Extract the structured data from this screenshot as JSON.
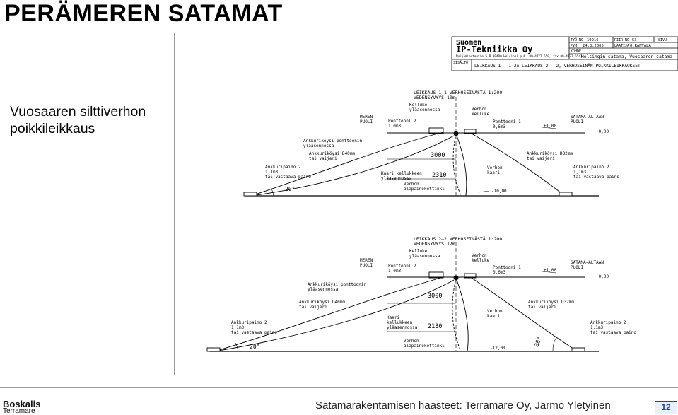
{
  "slide": {
    "title": "PERÄMEREN SATAMAT",
    "subtitle_line1": "Vuosaaren silttiverhon",
    "subtitle_line2": "poikkileikkaus",
    "footer": "Satamarakentamisen haasteet: Terramare Oy, Jarmo Yletyinen",
    "page_number": "12",
    "logo_name": "Boskalis",
    "logo_sub": "Terramare"
  },
  "title_block": {
    "company_line1": "Suomen",
    "company_line2": "IP-Tekniikka Oy",
    "address": "Nuijamiestentie 5 B 00400 Helsinki puh. 09-4777 550, fax 09-4777 5541",
    "tyo_no_label": "TYÖ NO",
    "tyo_no": "19916",
    "piir_no_label": "PIIR.NO",
    "piir_no": "53",
    "sivu_label": "SIVU",
    "pvm_label": "PVM",
    "pvm": "24.3.2005",
    "laatija_label": "LAATIJA",
    "laatija": "O.RANTALA",
    "kohde_label": "KOHDE",
    "kohde": "Helsingin satama, Vuosaaren satama",
    "sisalto_label": "SISÄLTÖ",
    "sisalto": "LEIKKAUS 1 - 1 JA LEIKKAUS 2 - 2, VERHOSEINÄN POIKKILEIKKAUKSET"
  },
  "section1": {
    "heading1": "LEIKKAUS 1—1 VERHOSEINÄSTÄ  1:200",
    "heading2": "VEDENSYVYYS 10m",
    "meren_puoli_1": "MEREN",
    "meren_puoli_2": "PUOLI",
    "satama_1": "SATAMA—ALTAAN",
    "satama_2": "PUOLI",
    "kelluke_1": "Kelluke",
    "kelluke_2": "yläasennossa",
    "verhon_kelluke_1": "Verhon",
    "verhon_kelluke_2": "kelluke",
    "ponttooni2_1": "Ponttooni 2",
    "ponttooni2_2": "1,0m3",
    "ponttooni1_1": "Ponttooni 1",
    "ponttooni1_2": "0,6m3",
    "level_plus100": "+1,00",
    "level_plus000": "+0,00",
    "ank_pont_1": "Ankkuriköysi ponttoonin",
    "ank_pont_2": "yläasennossa",
    "ank_d40_1": "Ankkuriköysi D40mm",
    "ank_d40_2": "tai vaijeri",
    "dim_3000": "3000",
    "ank_d32_1": "Ankkuriköysi D32mm",
    "ank_d32_2": "tai vaijeri",
    "paino_left_1": "Ankkuripaino 2",
    "paino_left_2": "1,1m3",
    "paino_left_3": "tai vastaava paino",
    "kaari_1": "Kaari kellukkeen",
    "kaari_2": "yläasennossa",
    "dim_2310": "2310",
    "verhon_kaari_1": "Verhon",
    "verhon_kaari_2": "kaari",
    "paino_right_1": "Ankkuripaino 2",
    "paino_right_2": "1,1m3",
    "paino_right_3": "tai vastaava paino",
    "alapaino_1": "Verhon",
    "alapaino_2": "alapainokettinki",
    "level_minus": "-10,00",
    "angle": "20°"
  },
  "section2": {
    "heading1": "LEIKKAUS 2—2 VERHOSEINÄSTÄ  1:200",
    "heading2": "VEDENSYVYYS 12m",
    "meren_puoli_1": "MEREN",
    "meren_puoli_2": "PUOLI",
    "satama_1": "SATAMA—ALTAAN",
    "satama_2": "PUOLI",
    "kelluke_1": "Kelluke",
    "kelluke_2": "yläasennossa",
    "verhon_kelluke_1": "Verhon",
    "verhon_kelluke_2": "kelluke",
    "ponttooni2_1": "Ponttooni 2",
    "ponttooni2_2": "1,0m3",
    "ponttooni1_1": "Ponttooni 1",
    "ponttooni1_2": "0,6m3",
    "level_plus100": "+1,00",
    "level_plus000": "+0,00",
    "ank_pont_1": "Ankkuriköysi ponttoonin",
    "ank_pont_2": "yläasennossa",
    "ank_d40_1": "Ankkuriköysi D40mm",
    "ank_d40_2": "tai vaijeri",
    "dim_3000": "3000",
    "verhon_kaari_1": "Verhon",
    "verhon_kaari_2": "kaari",
    "ank_d32_1": "Ankkuriköysi D32mm",
    "ank_d32_2": "tai vaijeri",
    "paino_left_1": "Ankkuripaino 2",
    "paino_left_2": "1,1m3",
    "paino_left_3": "tai vastaava paino",
    "kaari_1": "Kaari",
    "kaari_2": "kellukkeen",
    "kaari_3": "yläasennossa",
    "dim_2130": "2130",
    "paino_right_1": "Ankkuripaino 2",
    "paino_right_2": "1,1m3",
    "paino_right_3": "tai vastaava paino",
    "alapaino_1": "Verhon",
    "alapaino_2": "alapainokettinki",
    "level_minus": "-12,00",
    "angle_left": "20°",
    "angle_right": "38°"
  }
}
